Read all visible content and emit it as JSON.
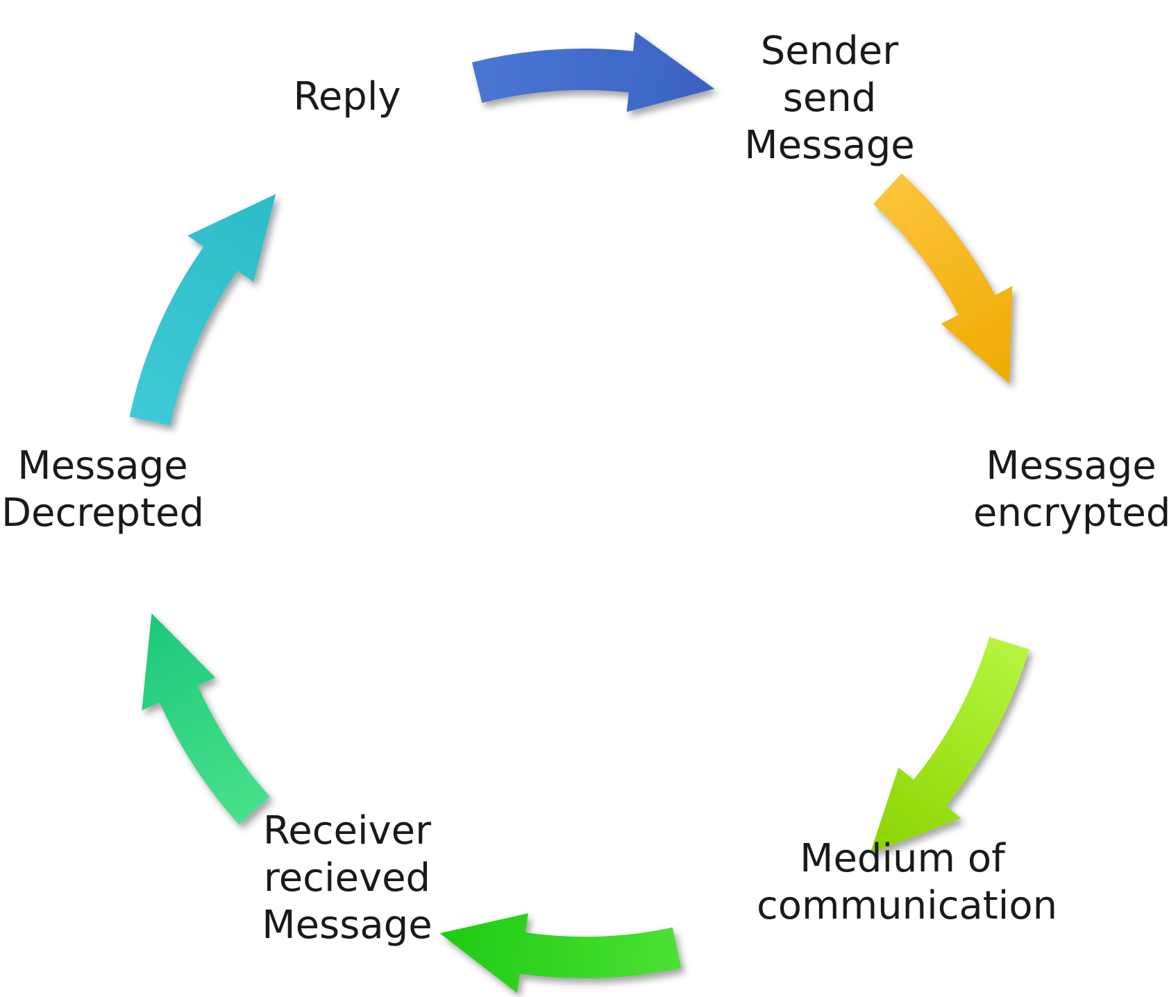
{
  "nodes": [
    {
      "id": "reply",
      "lines": [
        "Reply"
      ]
    },
    {
      "id": "sender",
      "lines": [
        "Sender",
        "send",
        "Message"
      ]
    },
    {
      "id": "encrypted",
      "lines": [
        "Message",
        "encrypted"
      ]
    },
    {
      "id": "medium",
      "lines": [
        "Medium of",
        "communication"
      ]
    },
    {
      "id": "receiver",
      "lines": [
        "Receiver",
        "recieved",
        "Message"
      ]
    },
    {
      "id": "decrypted",
      "lines": [
        "Message",
        "Decrepted"
      ]
    }
  ],
  "arrows": [
    {
      "from": "reply",
      "to": "sender",
      "color_start": "#4a76d4",
      "color_end": "#3a62c2"
    },
    {
      "from": "sender",
      "to": "encrypted",
      "color_start": "#fcc43a",
      "color_end": "#f0aa00"
    },
    {
      "from": "encrypted",
      "to": "medium",
      "color_start": "#b6f53e",
      "color_end": "#8ad400"
    },
    {
      "from": "medium",
      "to": "receiver",
      "color_start": "#4be034",
      "color_end": "#1ecb14"
    },
    {
      "from": "receiver",
      "to": "decrypted",
      "color_start": "#48e08a",
      "color_end": "#1cc87a"
    },
    {
      "from": "decrypted",
      "to": "reply",
      "color_start": "#3ec9d6",
      "color_end": "#2cbcc8"
    }
  ]
}
